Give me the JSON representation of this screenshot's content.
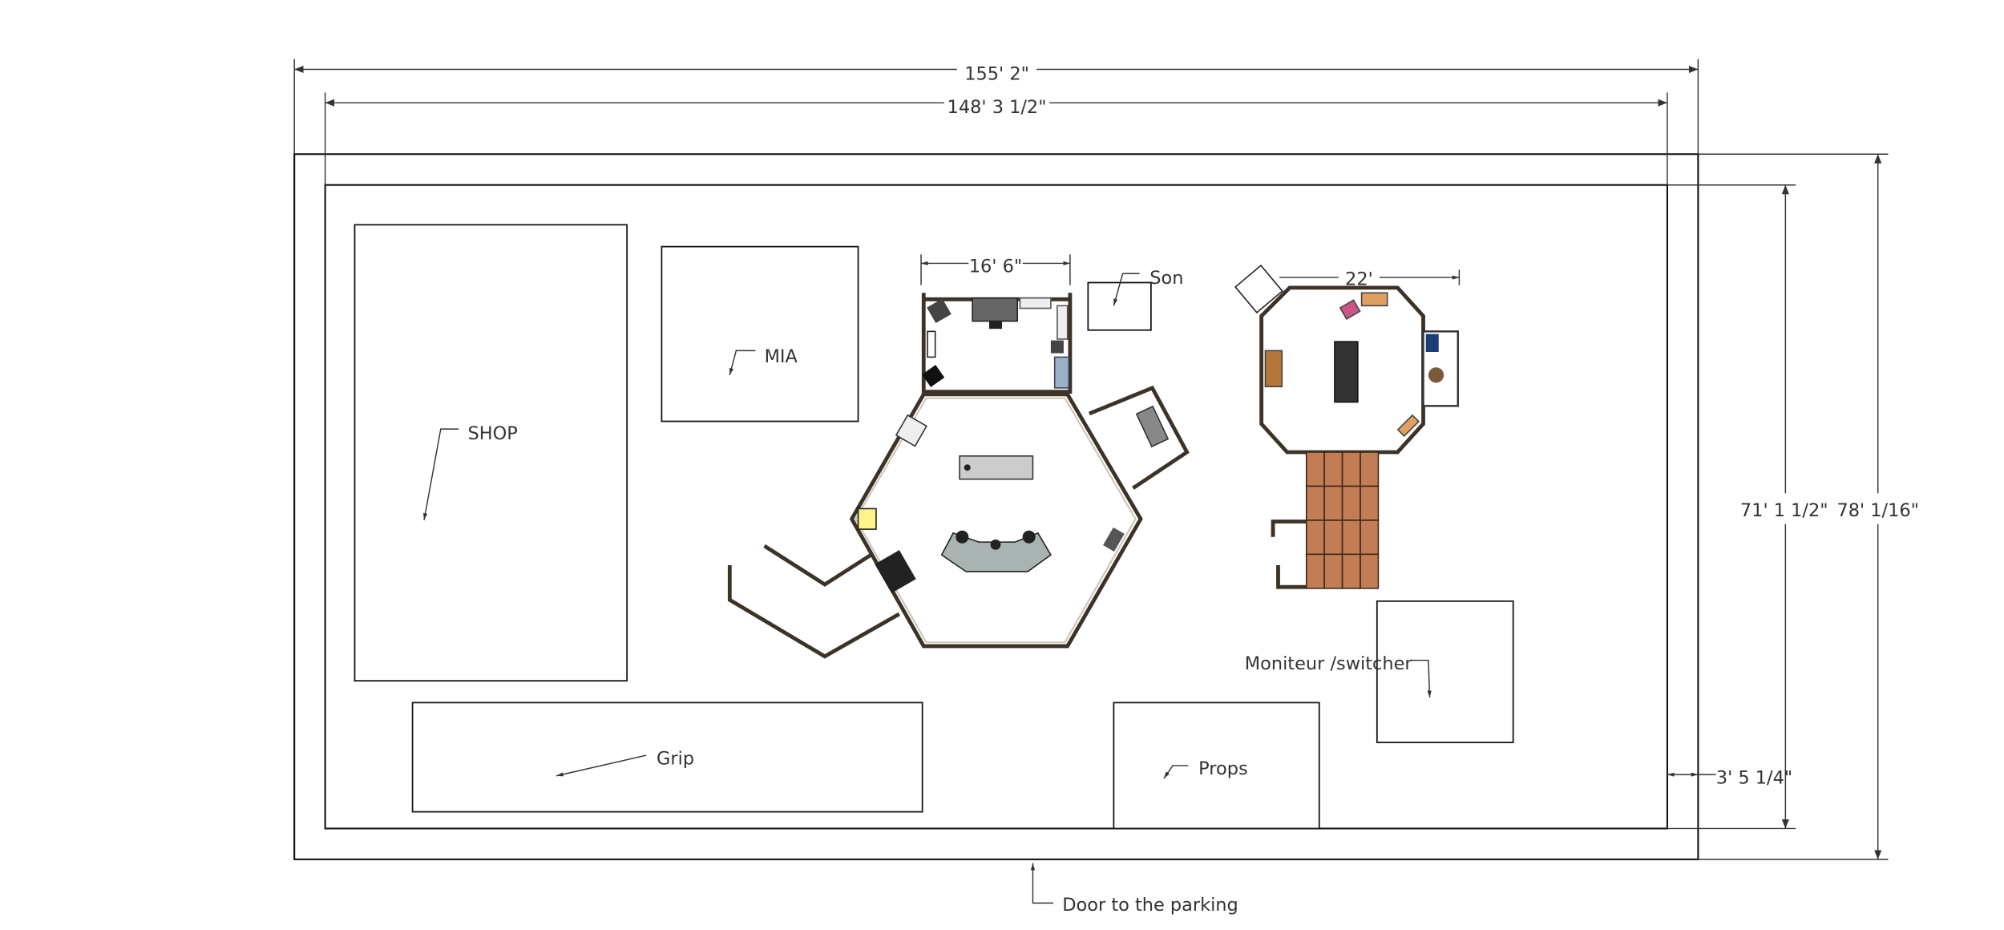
{
  "dimensions": {
    "outer_width": "155' 2\"",
    "inner_width": "148' 3 1/2\"",
    "inner_height": "71' 1 1/2\"",
    "outer_height": "78' 1/16\"",
    "margin": "3' 5 1/4\"",
    "studio_width": "16' 6\"",
    "octagon_width": "22'"
  },
  "areas": {
    "shop": "SHOP",
    "mia": "MIA",
    "son": "Son",
    "grip": "Grip",
    "props": "Props",
    "monitor": "Moniteur /switcher",
    "door": "Door to the parking"
  },
  "colors": {
    "wall": "#3b3328",
    "deck": "#c27d55",
    "note": "#fff48a"
  }
}
